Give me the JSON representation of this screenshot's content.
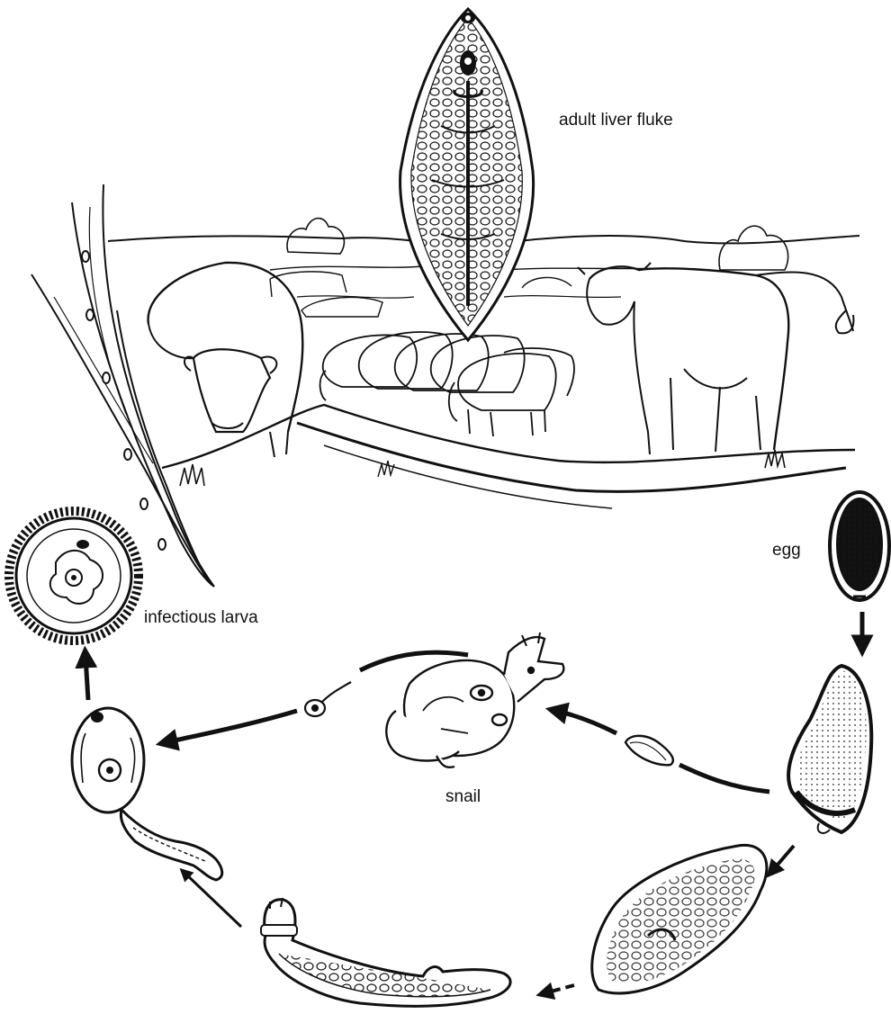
{
  "labels": {
    "adult": "adult liver fluke",
    "egg": "egg",
    "larva": "infectious larva",
    "snail": "snail"
  },
  "colors": {
    "ink": "#111111",
    "paper": "#ffffff"
  }
}
